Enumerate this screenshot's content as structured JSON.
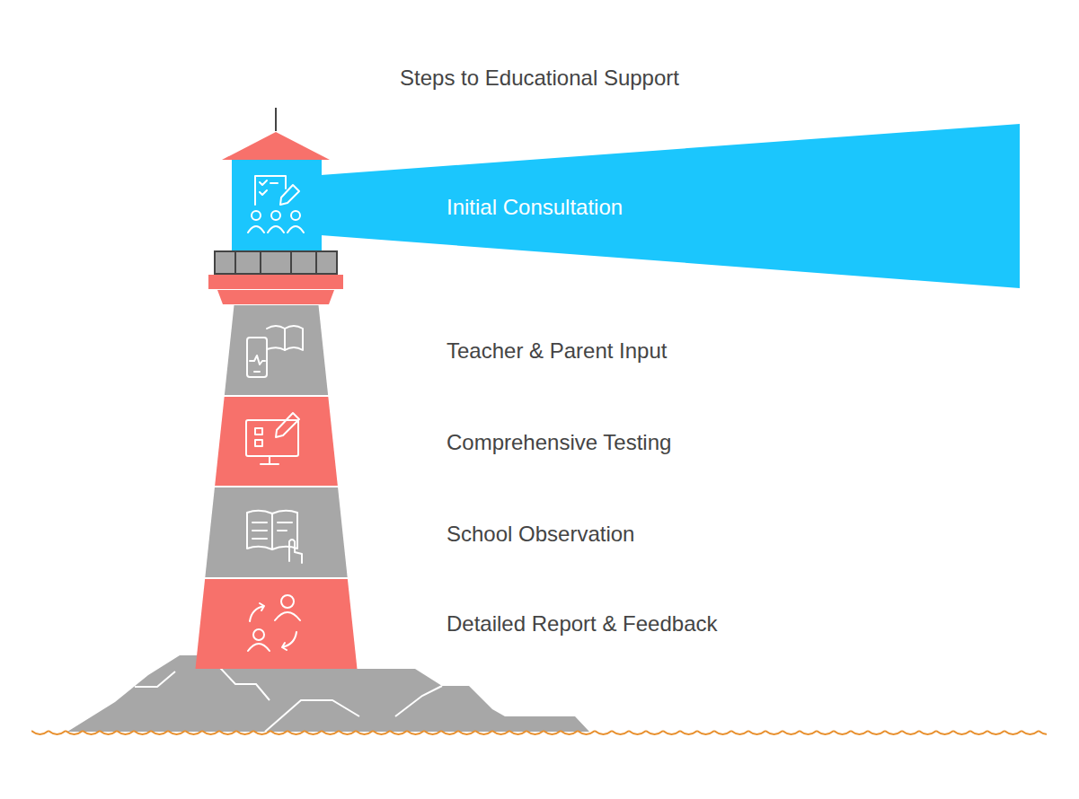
{
  "diagram": {
    "title": "Steps to Educational Support",
    "nodes": [
      {
        "text": [
          "Initial Consultation"
        ]
      },
      {
        "text": [
          "Teacher & Parent Input"
        ]
      },
      {
        "text": [
          "Comprehensive Testing"
        ]
      },
      {
        "text": [
          "School Observation"
        ]
      },
      {
        "text": [
          "Detailed Report & Feedback"
        ]
      }
    ]
  }
}
